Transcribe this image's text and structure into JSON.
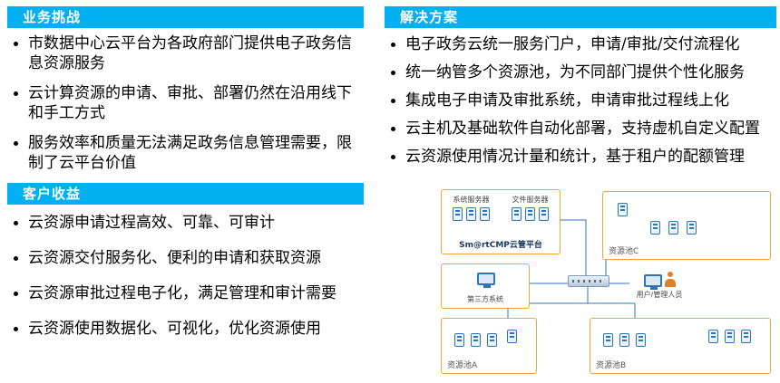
{
  "slide": {
    "accent_color": "#00b0f0",
    "background": "#ffffff"
  },
  "panels": {
    "challenges": {
      "title": "业务挑战",
      "items": [
        "市数据中心云平台为各政府部门提供电子政务信息资源服务",
        "云计算资源的申请、审批、部署仍然在沿用线下和手工方式",
        "服务效率和质量无法满足政务信息管理需要，限制了云平台价值"
      ]
    },
    "benefits": {
      "title": "客户收益",
      "items": [
        "云资源申请过程高效、可靠、可审计",
        "云资源交付服务化、便利的申请和获取资源",
        "云资源审批过程电子化，满足管理和审计需要",
        "云资源使用数据化、可视化，优化资源使用"
      ]
    },
    "solution": {
      "title": "解决方案",
      "items": [
        "电子政务云统一服务门户，申请/审批/交付流程化",
        "统一纳管多个资源池，为不同部门提供个性化服务",
        "集成电子申请及审批系统，申请审批过程线上化",
        "云主机及基础软件自动化部署，支持虚机自定义配置",
        "云资源使用情况计量和统计，基于租户的配额管理"
      ]
    }
  },
  "diagram": {
    "system_server_label": "系统服务器",
    "file_server_label": "文件服务器",
    "platform_label": "Sm@rtCMP云管平台",
    "third_party_label": "第三方系统",
    "pool_c_label": "资源池C",
    "user_label": "用户/管理人员",
    "pool_a_label": "资源池A",
    "pool_b_label": "资源池B",
    "colors": {
      "box_border": "#f2a33c",
      "connector": "#2e75b6",
      "icon_blue": "#2e75b6",
      "person_orange": "#d9822b"
    }
  }
}
